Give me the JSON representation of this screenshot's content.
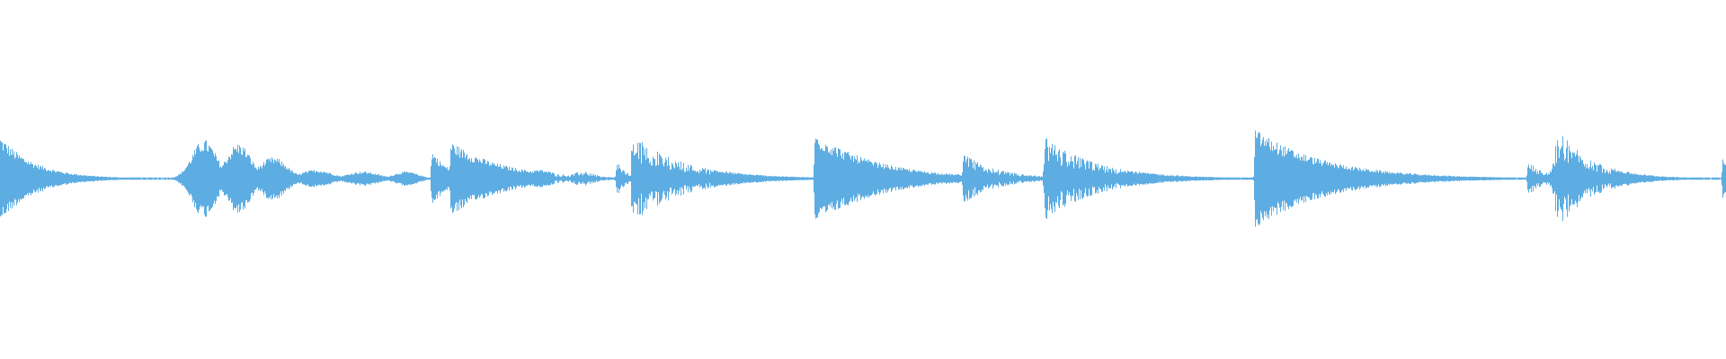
{
  "waveform": {
    "color": "#5dade2",
    "baseline_amplitude": 0.006,
    "bursts": [
      {
        "position": 0.0,
        "peak": 0.24,
        "attack": 0.002,
        "decay": 0.02,
        "shape": "pluck"
      },
      {
        "position": 0.118,
        "peak": 0.22,
        "attack": 0.004,
        "decay": 0.01,
        "shape": "swell"
      },
      {
        "position": 0.138,
        "peak": 0.2,
        "attack": 0.006,
        "decay": 0.008,
        "shape": "swell"
      },
      {
        "position": 0.158,
        "peak": 0.12,
        "attack": 0.006,
        "decay": 0.01,
        "shape": "swell"
      },
      {
        "position": 0.183,
        "peak": 0.05,
        "attack": 0.008,
        "decay": 0.01,
        "shape": "swell"
      },
      {
        "position": 0.21,
        "peak": 0.04,
        "attack": 0.008,
        "decay": 0.01,
        "shape": "swell"
      },
      {
        "position": 0.235,
        "peak": 0.04,
        "attack": 0.006,
        "decay": 0.008,
        "shape": "swell"
      },
      {
        "position": 0.25,
        "peak": 0.16,
        "attack": 0.001,
        "decay": 0.01,
        "shape": "pluck"
      },
      {
        "position": 0.261,
        "peak": 0.21,
        "attack": 0.001,
        "decay": 0.03,
        "shape": "pluck"
      },
      {
        "position": 0.312,
        "peak": 0.05,
        "attack": 0.008,
        "decay": 0.01,
        "shape": "swell"
      },
      {
        "position": 0.338,
        "peak": 0.04,
        "attack": 0.006,
        "decay": 0.008,
        "shape": "swell"
      },
      {
        "position": 0.357,
        "peak": 0.1,
        "attack": 0.001,
        "decay": 0.006,
        "shape": "pluck"
      },
      {
        "position": 0.366,
        "peak": 0.25,
        "attack": 0.001,
        "decay": 0.03,
        "shape": "noisy"
      },
      {
        "position": 0.472,
        "peak": 0.26,
        "attack": 0.001,
        "decay": 0.035,
        "shape": "pluck"
      },
      {
        "position": 0.558,
        "peak": 0.14,
        "attack": 0.001,
        "decay": 0.02,
        "shape": "pluck"
      },
      {
        "position": 0.605,
        "peak": 0.24,
        "attack": 0.001,
        "decay": 0.03,
        "shape": "noisy"
      },
      {
        "position": 0.727,
        "peak": 0.28,
        "attack": 0.001,
        "decay": 0.04,
        "shape": "pluck"
      },
      {
        "position": 0.885,
        "peak": 0.1,
        "attack": 0.001,
        "decay": 0.01,
        "shape": "noisy"
      },
      {
        "position": 0.903,
        "peak": 0.28,
        "attack": 0.006,
        "decay": 0.02,
        "shape": "noisy"
      },
      {
        "position": 0.998,
        "peak": 0.12,
        "attack": 0.001,
        "decay": 0.01,
        "shape": "pluck"
      }
    ]
  }
}
